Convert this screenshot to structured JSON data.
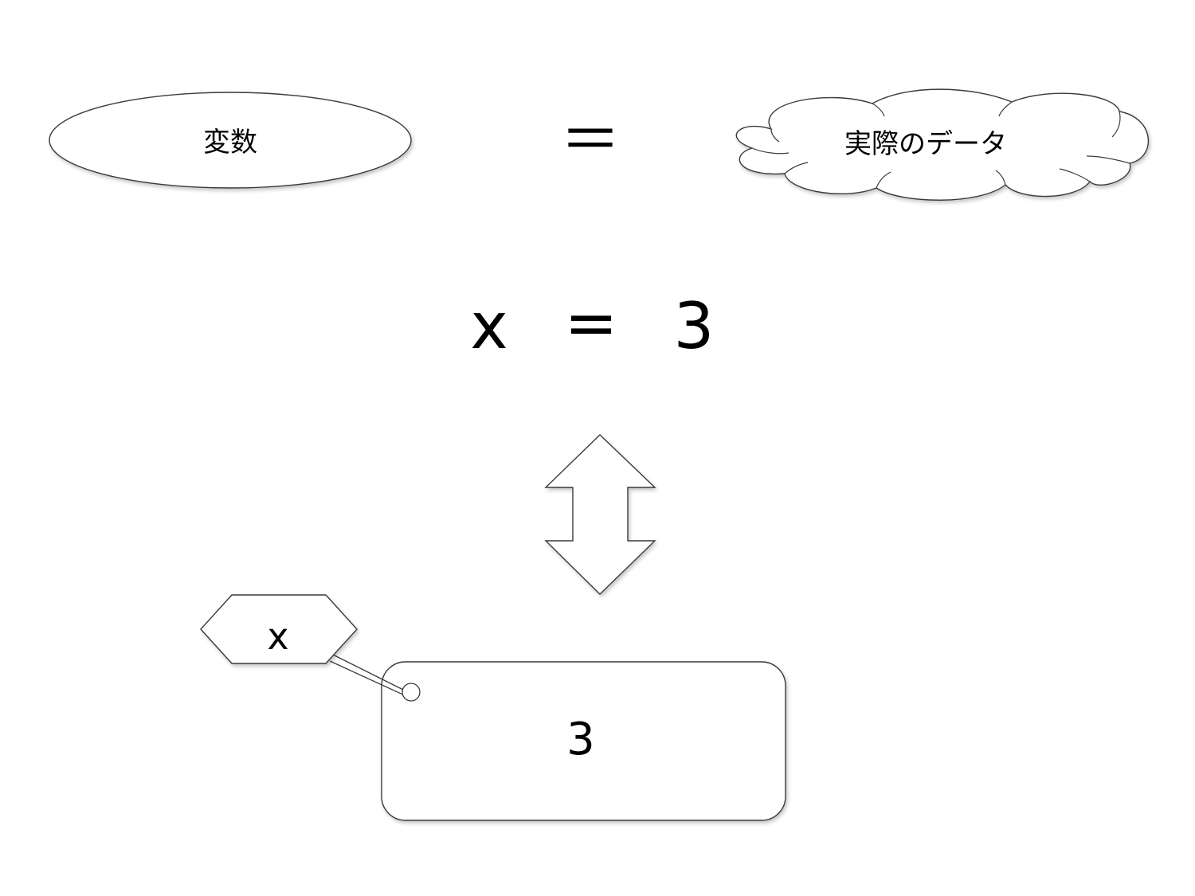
{
  "top_row": {
    "variable_label": "変数",
    "equals_sign": "＝",
    "data_label": "実際のデータ"
  },
  "equation": {
    "left": "x",
    "operator": "=",
    "right": "3"
  },
  "illustration": {
    "tag_label": "x",
    "box_value": "3"
  }
}
